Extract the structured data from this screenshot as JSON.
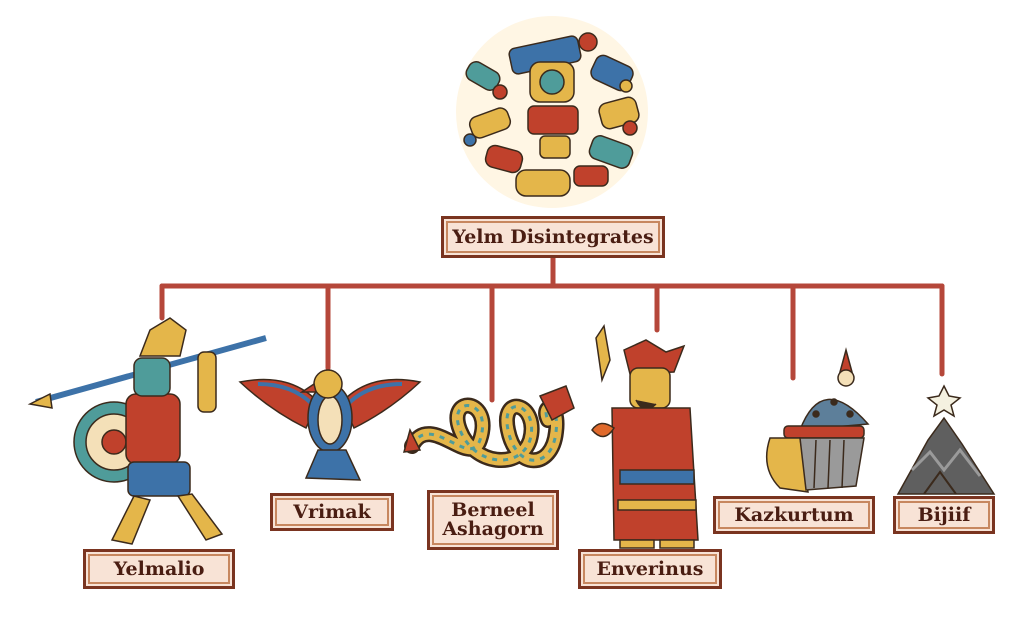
{
  "root": {
    "label": "Yelm Disintegrates"
  },
  "children": [
    {
      "id": "yelmalio",
      "label": "Yelmalio"
    },
    {
      "id": "vrimak",
      "label": "Vrimak"
    },
    {
      "id": "berneel",
      "label": "Berneel\nAshagorn"
    },
    {
      "id": "enverinus",
      "label": "Enverinus"
    },
    {
      "id": "kazkurtum",
      "label": "Kazkurtum"
    },
    {
      "id": "bijiif",
      "label": "Bijiif"
    }
  ],
  "colors": {
    "connector": "#b5473a",
    "label_fill": "#f8e3d6",
    "label_border": "#7a3420",
    "gold": "#e4b64a",
    "blue": "#3d72a8",
    "red": "#c0412c",
    "teal": "#4f9c9a",
    "grey": "#6c6c6c"
  }
}
